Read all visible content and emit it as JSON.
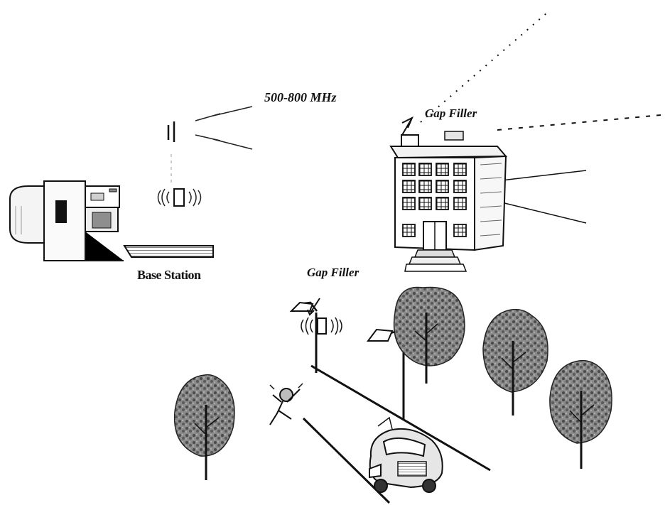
{
  "labels": {
    "frequency": "500-800 MHz",
    "gap_filler_building": "Gap Filler",
    "gap_filler_street": "Gap Filler",
    "base_station": "Base Station"
  },
  "colors": {
    "ink": "#111111",
    "tree_foliage": "#6f6f6f",
    "building_wall": "#e8e8e8"
  },
  "icons": [
    "base-station-building-icon",
    "antenna-mast-icon",
    "signal-waves-icon",
    "office-building-icon",
    "street-lamp-icon",
    "tree-icon",
    "car-icon",
    "pedestrian-icon"
  ]
}
